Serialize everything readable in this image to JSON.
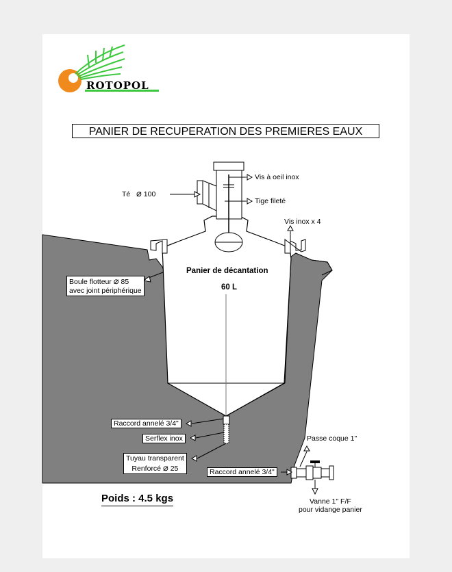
{
  "brand": {
    "name": "ROTOPOL"
  },
  "title": "PANIER DE RECUPERATION DES PREMIERES EAUX",
  "labels": {
    "te": "Té",
    "te_diam": "100",
    "vis_oeil": "Vis à oeil inox",
    "tige": "Tige fileté",
    "vis_inox": "Vis inox x 4",
    "panier_line1": "Panier de décantation",
    "panier_line2": "60 L",
    "boule_line1": "Boule flotteur",
    "boule_diam": "85",
    "boule_line2": "avec joint périphérique",
    "raccord_top": "Raccord annelé 3/4\"",
    "serflex": "Serflex inox",
    "tuyau_line1": "Tuyau transparent",
    "tuyau_line2": "Renforcé",
    "tuyau_diam": "25",
    "passe_coque": "Passe coque 1\"",
    "raccord_bottom": "Raccord annelé 3/4\"",
    "vanne_line1": "Vanne 1\" F/F",
    "vanne_line2": "pour vidange panier"
  },
  "weight": "Poids : 4.5 kgs",
  "colors": {
    "ground": "#808080",
    "logo_orange": "#f08a1c",
    "logo_green": "#3cc83c"
  }
}
